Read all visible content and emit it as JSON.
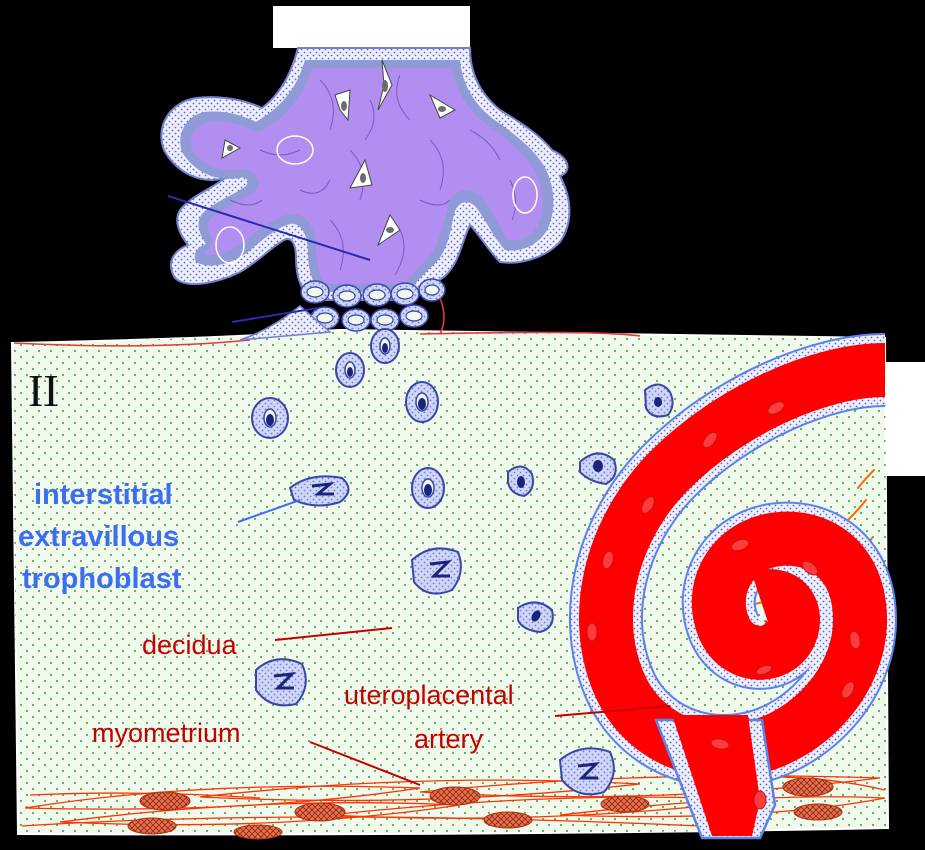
{
  "panel_label": "II",
  "labels": {
    "interstitial_line1": "interstitial",
    "interstitial_line2": "extravillous",
    "interstitial_line3": "trophoblast",
    "decidua": "decidua",
    "myometrium": "myometrium",
    "artery_line1": "uteroplacental",
    "artery_line2": "artery"
  },
  "colors": {
    "background": "#000000",
    "villus_stroma": "#b18ef0",
    "villus_border": "#8f9ad6",
    "decidua_fill": "#f1f9ec",
    "decidua_dots": "#4caf50",
    "trophoblast_cell": "#7a86dc",
    "artery_red": "#ff0000",
    "label_blue": "#3d6df2",
    "label_red": "#c40000",
    "muscle_outline": "#ff3300",
    "muscle_nucleus": "#e8704f",
    "vessel_orange": "#ff6a00"
  }
}
